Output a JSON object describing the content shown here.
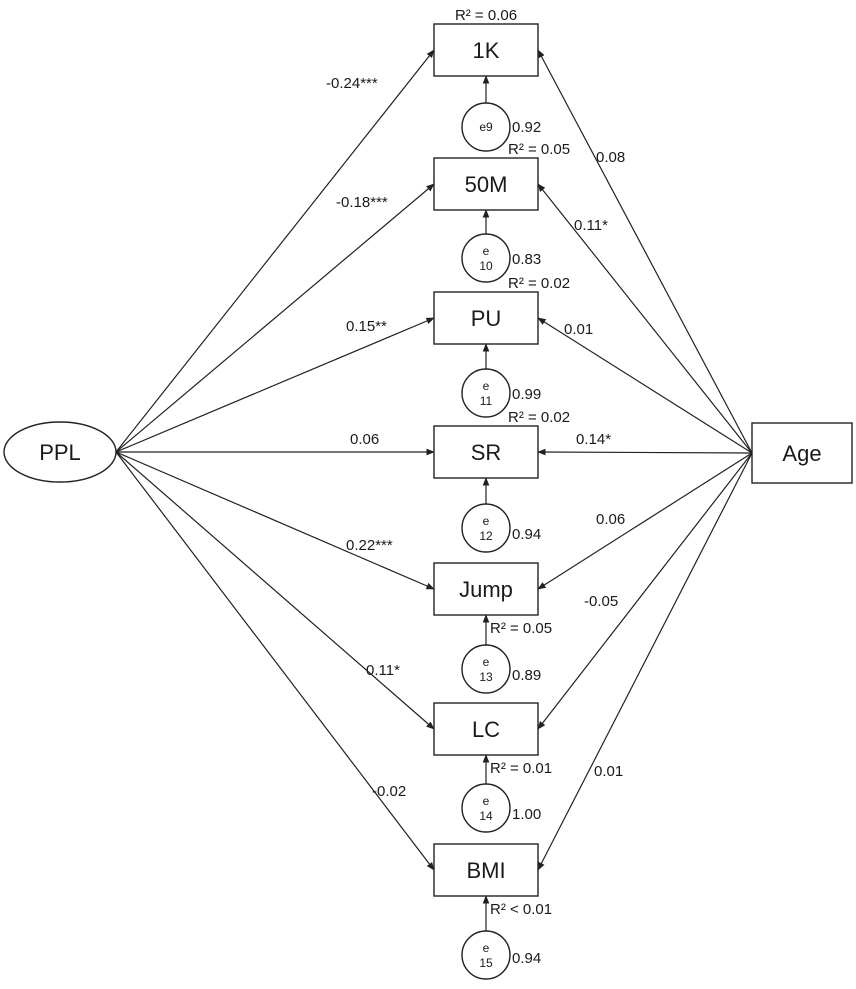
{
  "exogenous": {
    "ppl": {
      "label": "PPL"
    },
    "age": {
      "label": "Age"
    }
  },
  "outcomes": [
    {
      "id": "1k",
      "label": "1K",
      "r2": "R² = 0.06",
      "error": {
        "label": [
          "e9"
        ],
        "loading": "0.92"
      },
      "ppl_coef": "-0.24***",
      "age_coef": "0.08"
    },
    {
      "id": "50m",
      "label": "50M",
      "r2": "R² = 0.05",
      "error": {
        "label": [
          "e",
          "10"
        ],
        "loading": "0.83"
      },
      "ppl_coef": "-0.18***",
      "age_coef": "0.11*"
    },
    {
      "id": "pu",
      "label": "PU",
      "r2": "R² = 0.02",
      "error": {
        "label": [
          "e",
          "11"
        ],
        "loading": "0.99"
      },
      "ppl_coef": "0.15**",
      "age_coef": "0.01"
    },
    {
      "id": "sr",
      "label": "SR",
      "r2": "R² = 0.02",
      "error": {
        "label": [
          "e",
          "12"
        ],
        "loading": "0.94"
      },
      "ppl_coef": "0.06",
      "age_coef": "0.14*"
    },
    {
      "id": "jump",
      "label": "Jump",
      "r2": "R² = 0.05",
      "error": {
        "label": [
          "e",
          "13"
        ],
        "loading": "0.89"
      },
      "ppl_coef": "0.22***",
      "age_coef": "0.06"
    },
    {
      "id": "lc",
      "label": "LC",
      "r2": "R² = 0.01",
      "error": {
        "label": [
          "e",
          "14"
        ],
        "loading": "1.00"
      },
      "ppl_coef": "0.11*",
      "age_coef": "-0.05"
    },
    {
      "id": "bmi",
      "label": "BMI",
      "r2": "R² < 0.01",
      "error": {
        "label": [
          "e",
          "15"
        ],
        "loading": "0.94"
      },
      "ppl_coef": "-0.02",
      "age_coef": "0.01"
    }
  ]
}
